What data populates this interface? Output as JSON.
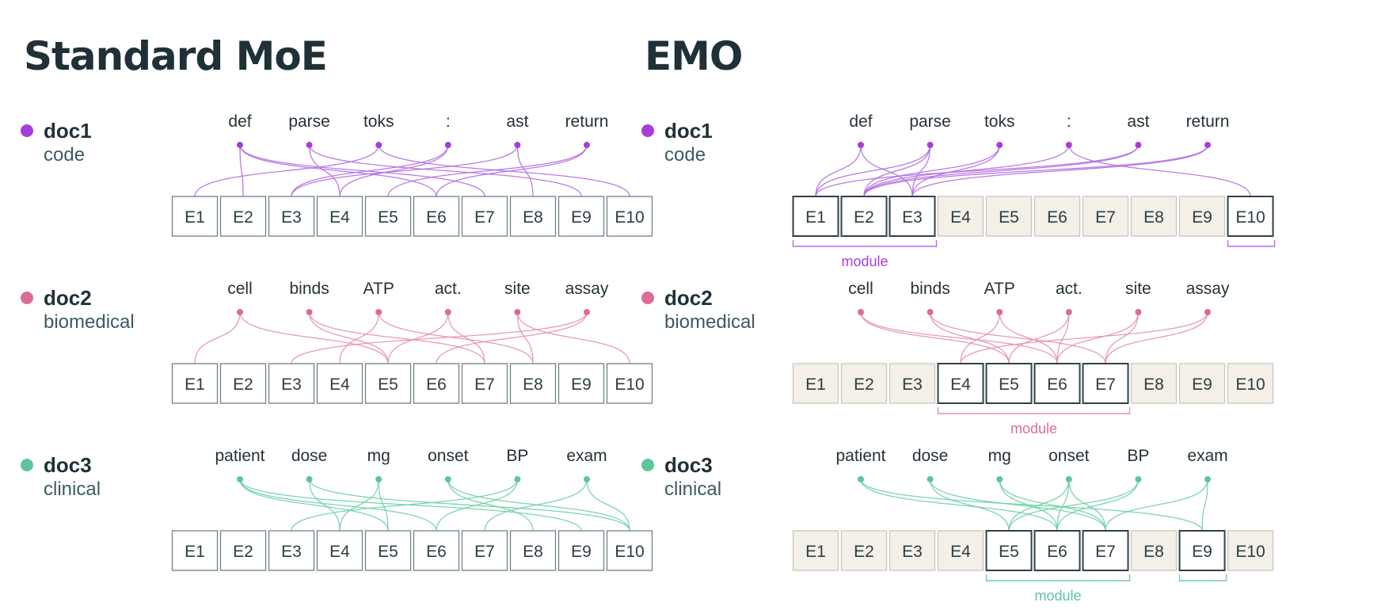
{
  "colors": {
    "code": "#a63fd9",
    "code_line": "#b46de0",
    "biomedical": "#dc6b9a",
    "biomedical_line": "#e48fb2",
    "clinical": "#5bc79a",
    "clinical_line": "#6fcfa5",
    "text_dark": "#1f3137",
    "box_border": "#6f8088",
    "box_active_border": "#2f4047",
    "box_inactive_fill": "#f4f0e7"
  },
  "panels": [
    {
      "id": "standard",
      "title": "Standard MoE",
      "docs": [
        {
          "name": "doc1",
          "domain": "code",
          "color_key": "code",
          "tokens": [
            "def",
            "parse",
            "toks",
            ":",
            "ast",
            "return"
          ],
          "routes": [
            [
              0,
              1
            ],
            [
              0,
              5
            ],
            [
              0,
              6
            ],
            [
              1,
              3
            ],
            [
              1,
              8
            ],
            [
              2,
              0
            ],
            [
              2,
              9
            ],
            [
              3,
              2
            ],
            [
              3,
              3
            ],
            [
              4,
              2
            ],
            [
              4,
              7
            ],
            [
              5,
              4
            ],
            [
              5,
              5
            ]
          ],
          "active": [
            1,
            2,
            3,
            4,
            5,
            6,
            7,
            8,
            9,
            10
          ],
          "modules": []
        },
        {
          "name": "doc2",
          "domain": "biomedical",
          "color_key": "biomedical",
          "tokens": [
            "cell",
            "binds",
            "ATP",
            "act.",
            "site",
            "assay"
          ],
          "routes": [
            [
              0,
              0
            ],
            [
              0,
              4
            ],
            [
              1,
              4
            ],
            [
              1,
              6
            ],
            [
              2,
              3
            ],
            [
              2,
              7
            ],
            [
              3,
              4
            ],
            [
              3,
              6
            ],
            [
              4,
              7
            ],
            [
              4,
              9
            ],
            [
              5,
              2
            ],
            [
              5,
              5
            ]
          ],
          "active": [
            1,
            2,
            3,
            4,
            5,
            6,
            7,
            8,
            9,
            10
          ],
          "modules": []
        },
        {
          "name": "doc3",
          "domain": "clinical",
          "color_key": "clinical",
          "tokens": [
            "patient",
            "dose",
            "mg",
            "onset",
            "BP",
            "exam"
          ],
          "routes": [
            [
              0,
              4
            ],
            [
              0,
              5
            ],
            [
              0,
              8
            ],
            [
              1,
              3
            ],
            [
              1,
              9
            ],
            [
              2,
              3
            ],
            [
              2,
              4
            ],
            [
              3,
              7
            ],
            [
              3,
              9
            ],
            [
              4,
              2
            ],
            [
              4,
              5
            ],
            [
              5,
              6
            ],
            [
              5,
              9
            ]
          ],
          "active": [
            1,
            2,
            3,
            4,
            5,
            6,
            7,
            8,
            9,
            10
          ],
          "modules": []
        }
      ]
    },
    {
      "id": "emo",
      "title": "EMO",
      "docs": [
        {
          "name": "doc1",
          "domain": "code",
          "color_key": "code",
          "tokens": [
            "def",
            "parse",
            "toks",
            ":",
            "ast",
            "return"
          ],
          "routes": [
            [
              0,
              0
            ],
            [
              0,
              2
            ],
            [
              1,
              0
            ],
            [
              1,
              1
            ],
            [
              1,
              2
            ],
            [
              2,
              1
            ],
            [
              2,
              2
            ],
            [
              3,
              1
            ],
            [
              3,
              9
            ],
            [
              4,
              0
            ],
            [
              4,
              1
            ],
            [
              5,
              1
            ],
            [
              5,
              2
            ]
          ],
          "active": [
            1,
            2,
            3,
            10
          ],
          "modules": [
            {
              "from": 1,
              "to": 3,
              "label": "module"
            },
            {
              "from": 10,
              "to": 10,
              "label": ""
            }
          ]
        },
        {
          "name": "doc2",
          "domain": "biomedical",
          "color_key": "biomedical",
          "tokens": [
            "cell",
            "binds",
            "ATP",
            "act.",
            "site",
            "assay"
          ],
          "routes": [
            [
              0,
              4
            ],
            [
              0,
              5
            ],
            [
              1,
              4
            ],
            [
              1,
              6
            ],
            [
              2,
              3
            ],
            [
              2,
              5
            ],
            [
              3,
              4
            ],
            [
              3,
              5
            ],
            [
              4,
              5
            ],
            [
              4,
              6
            ],
            [
              5,
              3
            ],
            [
              5,
              6
            ]
          ],
          "active": [
            4,
            5,
            6,
            7
          ],
          "modules": [
            {
              "from": 4,
              "to": 7,
              "label": "module"
            }
          ]
        },
        {
          "name": "doc3",
          "domain": "clinical",
          "color_key": "clinical",
          "tokens": [
            "patient",
            "dose",
            "mg",
            "onset",
            "BP",
            "exam"
          ],
          "routes": [
            [
              0,
              5
            ],
            [
              0,
              8
            ],
            [
              1,
              4
            ],
            [
              1,
              6
            ],
            [
              2,
              5
            ],
            [
              2,
              6
            ],
            [
              3,
              4
            ],
            [
              3,
              5
            ],
            [
              3,
              6
            ],
            [
              4,
              4
            ],
            [
              4,
              5
            ],
            [
              5,
              6
            ],
            [
              5,
              8
            ]
          ],
          "active": [
            5,
            6,
            7,
            9
          ],
          "modules": [
            {
              "from": 5,
              "to": 7,
              "label": "module"
            },
            {
              "from": 9,
              "to": 9,
              "label": ""
            }
          ]
        }
      ]
    }
  ],
  "expert_labels": [
    "E1",
    "E2",
    "E3",
    "E4",
    "E5",
    "E6",
    "E7",
    "E8",
    "E9",
    "E10"
  ]
}
